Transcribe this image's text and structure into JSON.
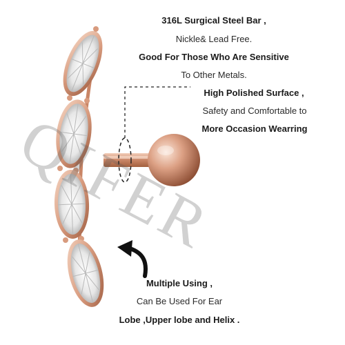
{
  "features": {
    "material": {
      "line1": "316L Surgical Steel Bar ,",
      "line2": "Nickle& Lead Free.",
      "line3": "Good For Those Who Are Sensitive",
      "line4": "To Other Metals."
    },
    "surface": {
      "line1": "High Polished Surface ,",
      "line2": "Safety and Comfortable to",
      "line3": "More Occasion Wearring"
    },
    "usage": {
      "line1": "Multiple Using ,",
      "line2": "Can Be Used For Ear",
      "line3": "Lobe ,Upper lobe and Helix ."
    }
  },
  "watermark": {
    "text": "QIFER"
  },
  "colors": {
    "metal_rose_gold": "#d89b7e",
    "metal_highlight": "#f6d8c6",
    "metal_shadow": "#9c5a3e",
    "gem": "#f1f1f1",
    "text": "#222222",
    "guide_line": "#222222"
  },
  "icons": {
    "arrow": "curved-arrow-icon",
    "product": "cartilage-earring-icon"
  }
}
